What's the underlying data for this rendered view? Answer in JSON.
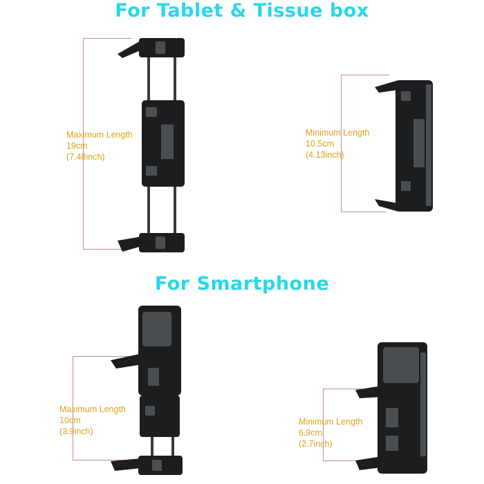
{
  "colors": {
    "heading": "#29d7ea",
    "label": "#e0a01b",
    "dimension_line": "#c98b8b",
    "holder": "#1c1d1f",
    "holder_highlight": "#4a4d52",
    "rod": "#3a3a3a"
  },
  "tablet_section": {
    "heading": "For Tablet & Tissue box",
    "max": {
      "label": "Maximum Length",
      "metric": "19cm",
      "imperial": "(7.48inch)"
    },
    "min": {
      "label": "Minimum Length",
      "metric": "10.5cm",
      "imperial": "(4.13inch)"
    }
  },
  "phone_section": {
    "heading": "For Smartphone",
    "max": {
      "label": "Maximum Length",
      "metric": "10cm",
      "imperial": "(3.9inch)"
    },
    "min": {
      "label": "Minimum Length",
      "metric": "6.9cm",
      "imperial": "(2.7inch)"
    }
  }
}
